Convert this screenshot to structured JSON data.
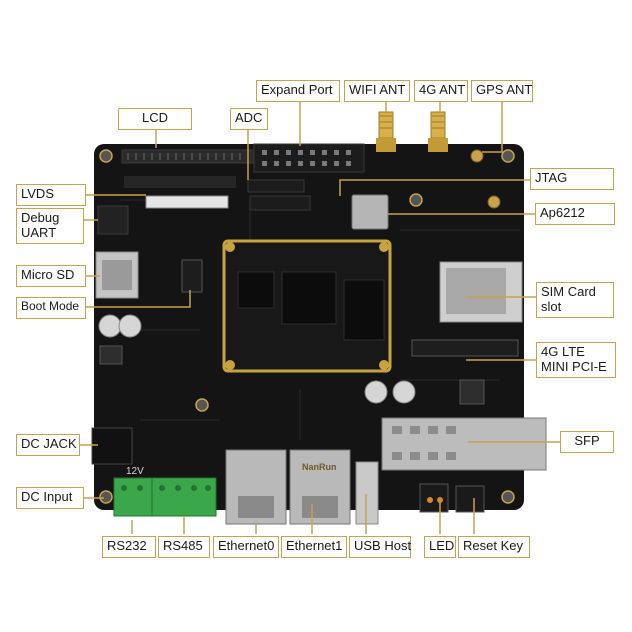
{
  "labels": {
    "lcd": "LCD",
    "adc": "ADC",
    "expand_port": "Expand Port",
    "wifi_ant": "WIFI ANT",
    "ant_4g": "4G ANT",
    "gps_ant": "GPS ANT",
    "lvds": "LVDS",
    "debug_uart_1": "Debug",
    "debug_uart_2": "UART",
    "jtag": "JTAG",
    "ap6212": "Ap6212",
    "micro_sd": "Micro SD",
    "sim_card_1": "SIM Card",
    "sim_card_2": "slot",
    "boot_mode": "Boot Mode",
    "lte_1": "4G LTE",
    "lte_2": "MINI PCI-E",
    "dc_jack": "DC JACK",
    "sfp": "SFP",
    "dc_input": "DC Input",
    "rs232": "RS232",
    "rs485": "RS485",
    "ethernet0": "Ethernet0",
    "ethernet1": "Ethernet1",
    "usb_host": "USB Host",
    "led": "LED",
    "reset_key": "Reset Key"
  },
  "silkscreen": {
    "v12": "12V",
    "rj45_brand": "NanRun"
  },
  "colors": {
    "label_border": "#c9a24c",
    "leader_line": "#c9a24c",
    "board": "#141414",
    "som_frame": "#c8a440",
    "terminal_green": "#3aa84a"
  }
}
